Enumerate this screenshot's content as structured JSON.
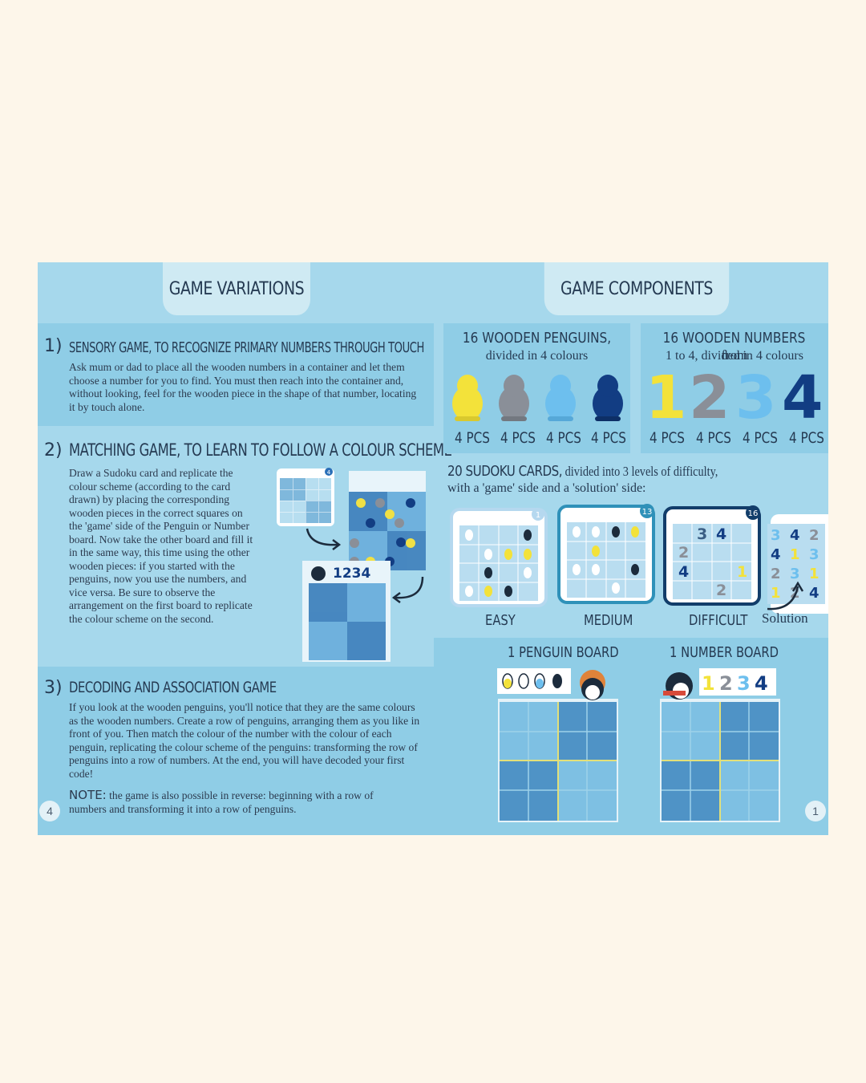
{
  "left": {
    "tab_title": "GAME VARIATIONS",
    "sections": [
      {
        "num": "1)",
        "heading": "SENSORY GAME, TO RECOGNIZE PRIMARY NUMBERS THROUGH TOUCH",
        "body": "Ask mum or dad to place all the wooden numbers in a container and let them choose a number for you to find. You must then reach into the container and, without looking, feel for the wooden piece in the shape of that number, locating it by touch alone."
      },
      {
        "num": "2)",
        "heading": "MATCHING GAME, TO LEARN TO FOLLOW A COLOUR SCHEME",
        "body": "Draw a Sudoku card and replicate the colour scheme (according to the card drawn) by placing the corresponding wooden pieces in the correct squares on the 'game' side of the Penguin or Number board. Now take the other board and fill it in the same way, this time using the other wooden pieces: if you started with the penguins, now you use the numbers, and vice versa. Be sure to observe the arrangement on the first board to replicate the colour scheme on the second."
      },
      {
        "num": "3)",
        "heading": "DECODING AND ASSOCIATION GAME",
        "body": "If you look at the wooden penguins, you'll notice that they are the same colours as the wooden numbers. Create a row of penguins, arranging them as you like in front of you. Then match the colour of the number with the colour of each penguin, replicating the colour scheme of the penguins: transforming the row of penguins into a row of numbers. At the end, you will have decoded your first code!"
      }
    ],
    "note_label": "NOTE:",
    "note_text": " the game is also possible in reverse: beginning with a row of numbers and transforming it into a row of penguins.",
    "page_number": "4",
    "illustration": {
      "header_digits": "1234",
      "card_number": "4"
    }
  },
  "right": {
    "tab_title": "GAME COMPONENTS",
    "penguins": {
      "title": "16 WOODEN PENGUINS,",
      "subtitle": "divided in 4 colours",
      "pcs": [
        "4 PCS",
        "4 PCS",
        "4 PCS",
        "4 PCS"
      ]
    },
    "numbers": {
      "title": "16 WOODEN NUMBERS",
      "title_from": " from",
      "subtitle": "1 to 4, divided in 4 colours",
      "digits": [
        "1",
        "2",
        "3",
        "4"
      ],
      "pcs": [
        "4 PCS",
        "4 PCS",
        "4 PCS",
        "4 PCS"
      ]
    },
    "cards": {
      "title": "20 SUDOKU CARDS,",
      "title_rest": " divided into 3 levels of difficulty,",
      "subtitle": "with a 'game' side and a 'solution' side:",
      "levels": [
        "EASY",
        "MEDIUM",
        "DIFFICULT"
      ],
      "solution_label": "Solution",
      "badges": [
        "1",
        "13",
        "16"
      ],
      "difficult_digits": {
        "r1a": "3",
        "r1b": "4",
        "r3": "2",
        "r4": "4",
        "r5a": "1",
        "r5b": "2"
      },
      "solution_digits": [
        "3",
        "4",
        "2",
        "4",
        "1",
        "3",
        "2",
        "3",
        "1",
        "1",
        "2",
        "4"
      ]
    },
    "boards": {
      "penguin_label": "1 PENGUIN BOARD",
      "number_label": "1 NUMBER BOARD",
      "number_header": [
        "1",
        "2",
        "3",
        "4"
      ]
    },
    "page_number": "1"
  },
  "colors": {
    "yellow": "#f3e23a",
    "grey": "#8a8f98",
    "light_blue": "#6dbfee",
    "navy": "#123d83",
    "page_bg": "#fdf6ea",
    "sheet_bg": "#a6d8ec",
    "panel_bg": "#8fcde6"
  },
  "icons": [
    "penguin-icon",
    "arrow-icon"
  ]
}
